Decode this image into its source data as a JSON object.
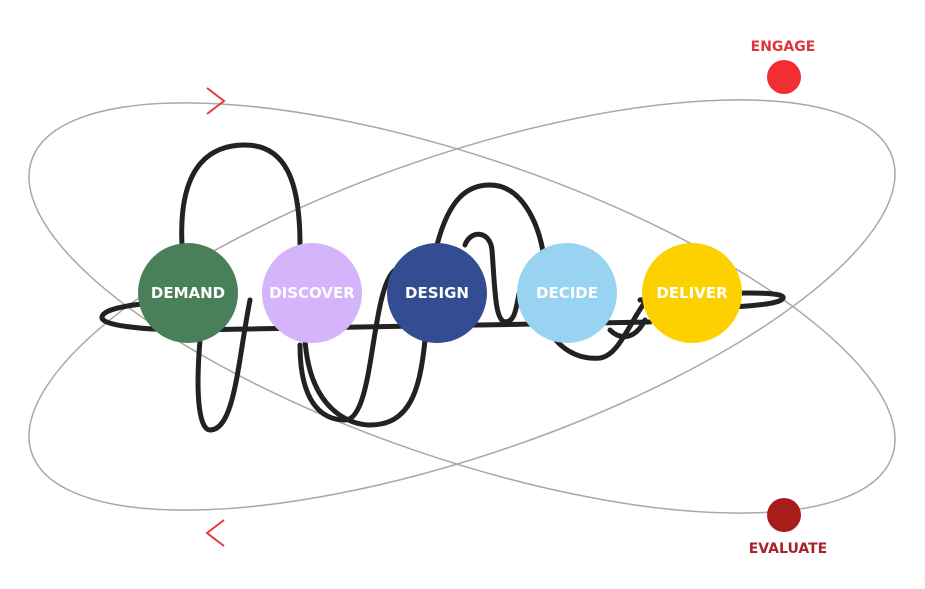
{
  "stages": [
    {
      "label": "DEMAND",
      "color": "#4a8059"
    },
    {
      "label": "DISCOVER",
      "color": "#d4b4fb"
    },
    {
      "label": "DESIGN",
      "color": "#344c92"
    },
    {
      "label": "DECIDE",
      "color": "#98d4f2"
    },
    {
      "label": "DELIVER",
      "color": "#fdd100"
    }
  ],
  "markers": {
    "engage": {
      "label": "ENGAGE",
      "color": "#f22e33"
    },
    "evaluate": {
      "label": "EVALUATE",
      "color": "#a81c1c"
    }
  },
  "arrows": {
    "color": "#e23b3b"
  }
}
